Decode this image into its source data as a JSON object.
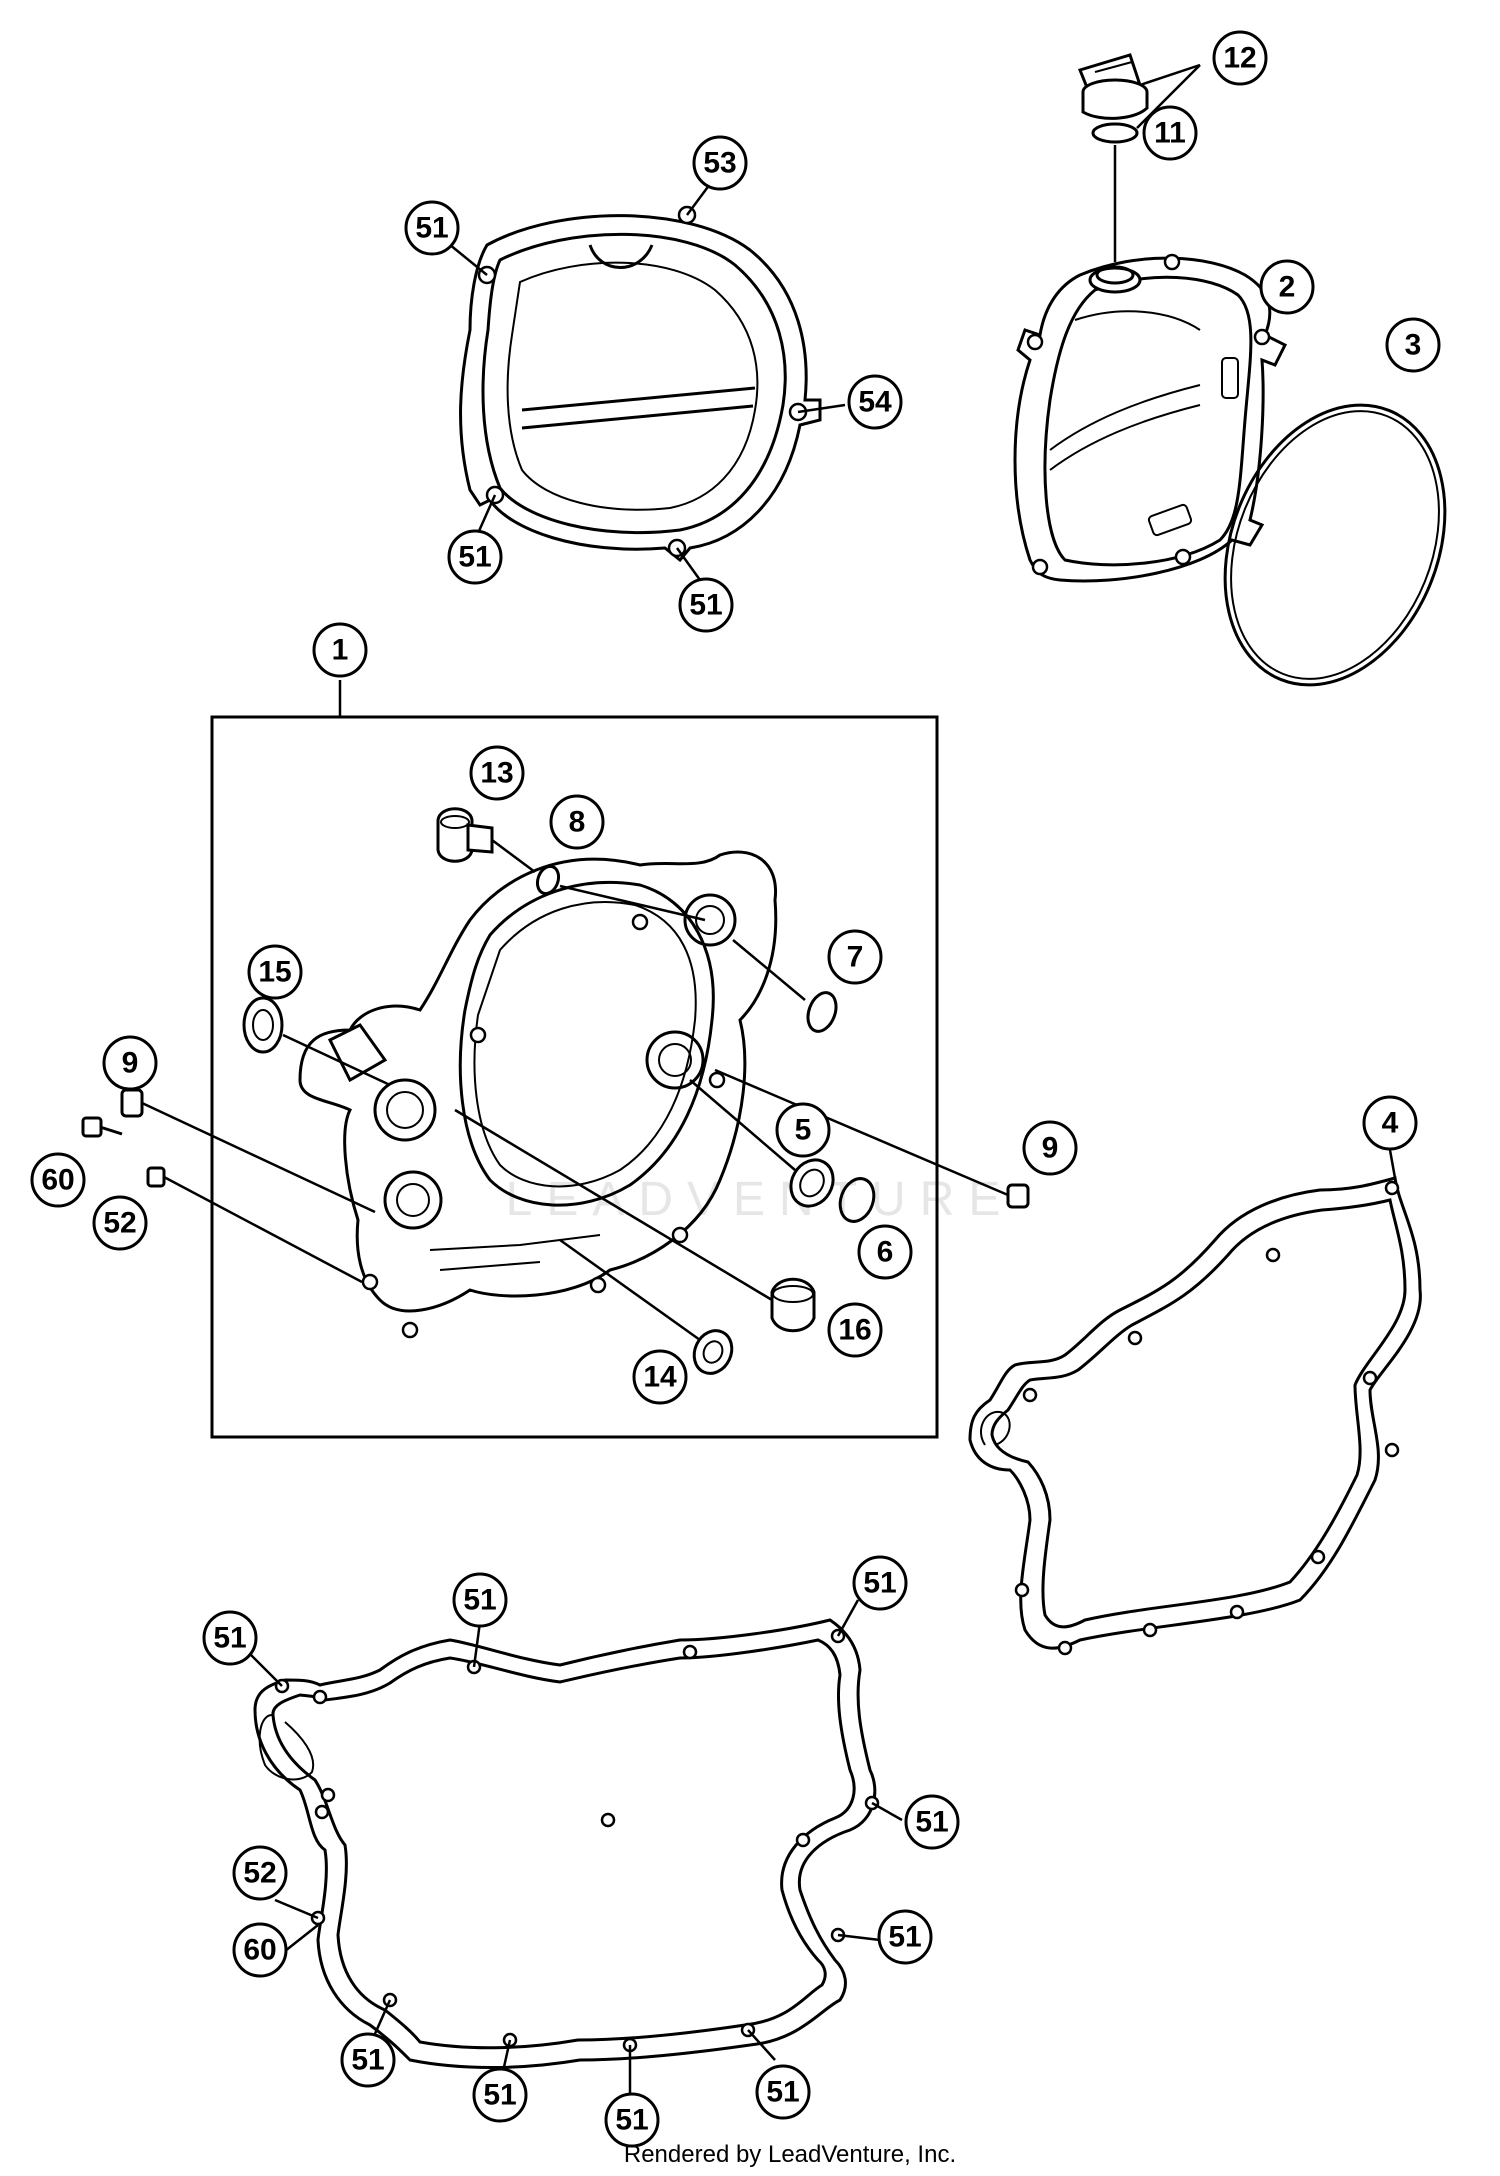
{
  "diagram": {
    "footer": "Rendered by LeadVenture, Inc.",
    "watermark": "LEADVENTURE",
    "callouts": {
      "c1": "1",
      "c2": "2",
      "c3": "3",
      "c4": "4",
      "c5": "5",
      "c6": "6",
      "c7": "7",
      "c8": "8",
      "c9a": "9",
      "c9b": "9",
      "c11": "11",
      "c12": "12",
      "c13": "13",
      "c14": "14",
      "c15": "15",
      "c16": "16",
      "c60a": "60",
      "c52a": "52",
      "c51a": "51",
      "c53": "53",
      "c54": "54",
      "c51b": "51",
      "c51c": "51",
      "c51d": "51",
      "c51e": "51",
      "c51f": "51",
      "c51g": "51",
      "c51h": "51",
      "c52b": "52",
      "c60b": "60",
      "c51i": "51",
      "c51j": "51",
      "c51k": "51",
      "c51l": "51"
    }
  }
}
